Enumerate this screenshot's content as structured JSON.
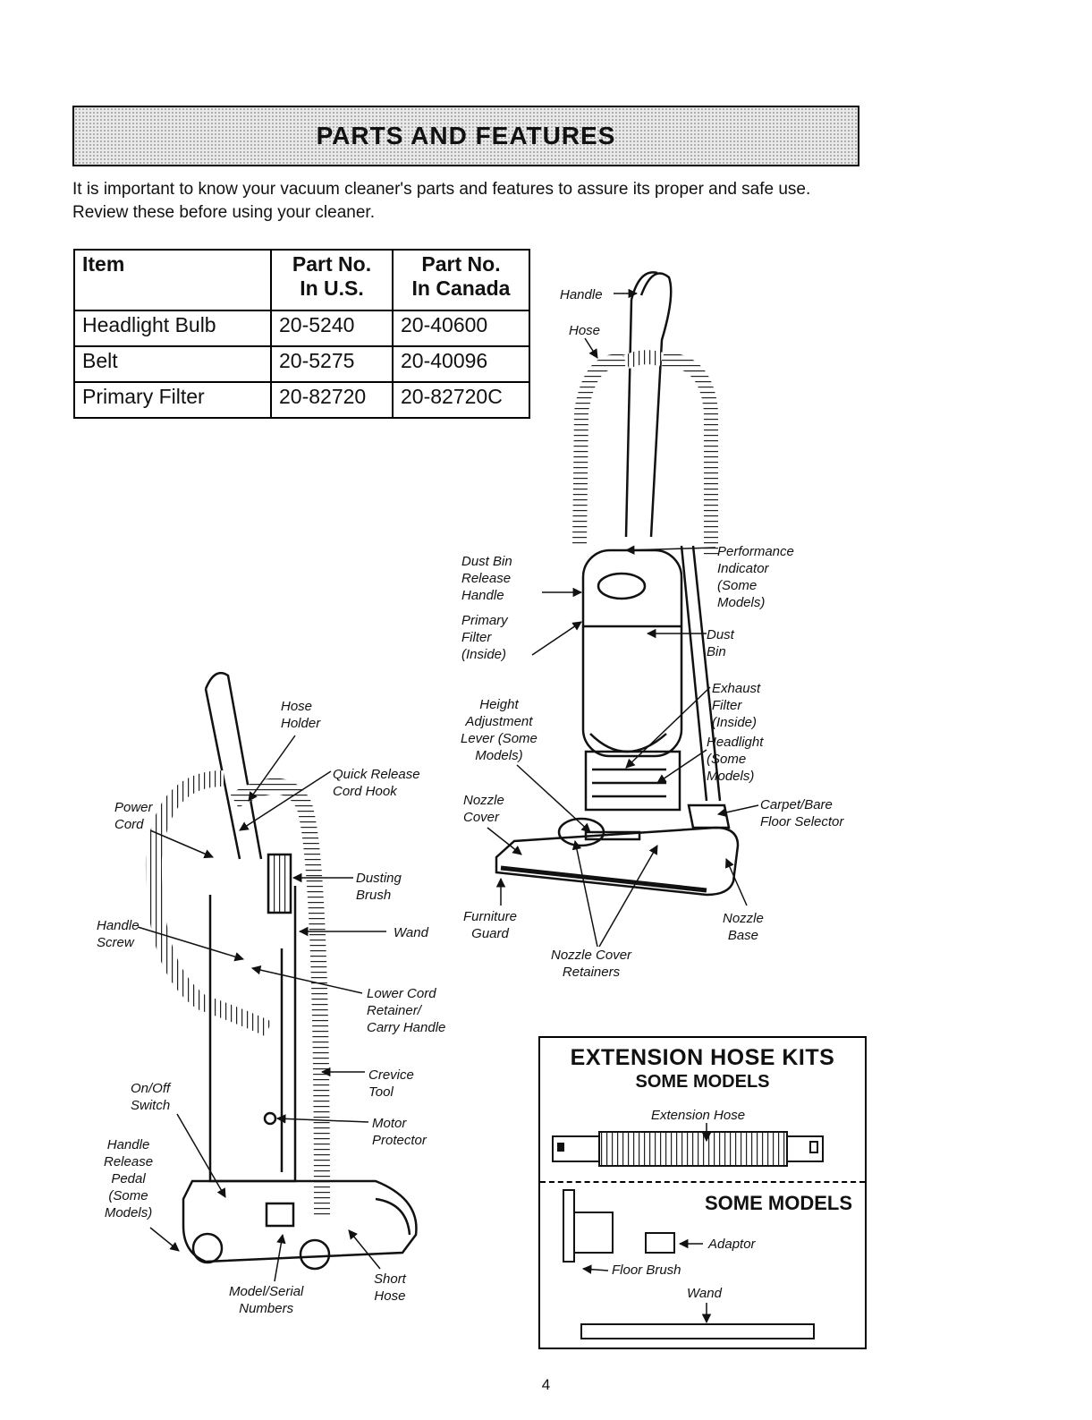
{
  "banner": {
    "title": "PARTS AND FEATURES"
  },
  "intro": "It is important to know your vacuum cleaner's parts and features to assure its proper and safe use. Review these before using your cleaner.",
  "parts_table": {
    "headers": [
      "Item",
      "Part No.\nIn U.S.",
      "Part No.\nIn Canada"
    ],
    "rows": [
      [
        "Headlight Bulb",
        "20-5240",
        "20-40600"
      ],
      [
        "Belt",
        "20-5275",
        "20-40096"
      ],
      [
        "Primary Filter",
        "20-82720",
        "20-82720C"
      ]
    ]
  },
  "front_labels": {
    "handle": "Handle",
    "hose": "Hose",
    "dust_bin_release": "Dust Bin\nRelease\nHandle",
    "primary_filter": "Primary\nFilter\n(Inside)",
    "performance_indicator": "Performance\nIndicator\n(Some\nModels)",
    "dust_bin": "Dust\nBin",
    "exhaust_filter": "Exhaust\nFilter\n(Inside)",
    "height_adjustment": "Height\nAdjustment\nLever (Some\nModels)",
    "headlight": "Headlight\n(Some\nModels)",
    "carpet_selector": "Carpet/Bare\nFloor Selector",
    "nozzle_cover": "Nozzle\nCover",
    "furniture_guard": "Furniture\nGuard",
    "nozzle_base": "Nozzle\nBase",
    "nozzle_cover_retainers": "Nozzle Cover\nRetainers"
  },
  "rear_labels": {
    "hose_holder": "Hose\nHolder",
    "quick_release": "Quick Release\nCord Hook",
    "power_cord": "Power\nCord",
    "dusting_brush": "Dusting\nBrush",
    "handle_screw": "Handle\nScrew",
    "wand": "Wand",
    "lower_cord": "Lower Cord\nRetainer/\nCarry Handle",
    "on_off": "On/Off\nSwitch",
    "crevice_tool": "Crevice\nTool",
    "motor_protector": "Motor\nProtector",
    "handle_release": "Handle\nRelease\nPedal\n(Some\nModels)",
    "model_serial": "Model/Serial\nNumbers",
    "short_hose": "Short\nHose"
  },
  "kit": {
    "title": "EXTENSION HOSE KITS",
    "subtitle": "SOME MODELS",
    "extension_hose": "Extension Hose",
    "subtitle2": "SOME MODELS",
    "adaptor": "Adaptor",
    "floor_brush": "Floor Brush",
    "wand": "Wand"
  },
  "page_number": "4"
}
